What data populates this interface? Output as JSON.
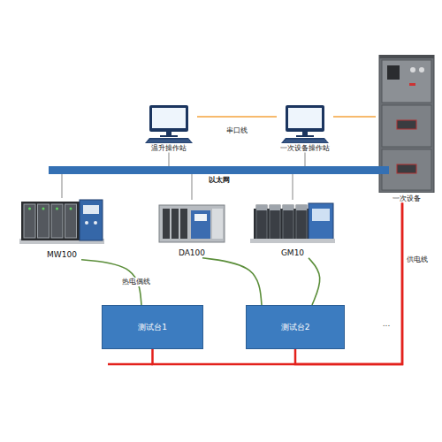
{
  "diagram": {
    "nodes": [
      {
        "text": [
          "温升操作站"
        ]
      },
      {
        "text": [
          "一次设备操作站"
        ]
      },
      {
        "text": [
          "一次设备"
        ]
      },
      {
        "text": [
          "以太网"
        ]
      },
      {
        "text": [
          "MW100"
        ]
      },
      {
        "text": [
          "DA100"
        ]
      },
      {
        "text": [
          "GM10"
        ]
      },
      {
        "text": [
          "测试台1"
        ]
      },
      {
        "text": [
          "测试台2"
        ]
      }
    ],
    "edges": [
      {
        "from": 0,
        "to": 1,
        "label": "串口线",
        "arrow": "none"
      },
      {
        "from": 1,
        "to": 2,
        "arrow": "none"
      },
      {
        "from": 0,
        "to": 3,
        "arrow": "none"
      },
      {
        "from": 1,
        "to": 3,
        "arrow": "none"
      },
      {
        "from": 3,
        "to": 4,
        "arrow": "none"
      },
      {
        "from": 3,
        "to": 5,
        "arrow": "none"
      },
      {
        "from": 3,
        "to": 6,
        "arrow": "none"
      },
      {
        "from": 4,
        "to": 7,
        "label": "热电偶线",
        "arrow": "none"
      },
      {
        "from": 5,
        "to": 8,
        "arrow": "none"
      },
      {
        "from": 6,
        "to": 8,
        "arrow": "none"
      },
      {
        "from": 7,
        "to": 2,
        "arrow": "none"
      },
      {
        "from": 8,
        "to": 2,
        "label": "供电线",
        "arrow": "none"
      }
    ],
    "labels": [
      "..."
    ]
  }
}
